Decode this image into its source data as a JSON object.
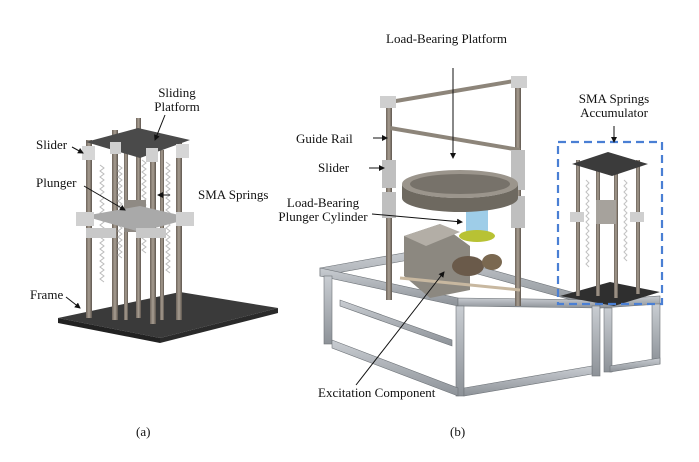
{
  "figure_a": {
    "caption": "(a)",
    "labels": {
      "sliding_platform_line1": "Sliding",
      "sliding_platform_line2": "Platform",
      "slider": "Slider",
      "plunger": "Plunger",
      "sma_springs": "SMA Springs",
      "frame": "Frame"
    }
  },
  "figure_b": {
    "caption": "(b)",
    "labels": {
      "load_bearing_platform": "Load-Bearing Platform",
      "guide_rail": "Guide Rail",
      "slider": "Slider",
      "plunger_line1": "Load-Bearing",
      "plunger_line2": "Plunger Cylinder",
      "accumulator_line1": "SMA Springs",
      "accumulator_line2": "Accumulator",
      "excitation_component": "Excitation Component"
    }
  },
  "colors": {
    "dashed_box": "#4a7fd4",
    "metal": "#9a9a9a",
    "dark_plate": "#3b3b3b"
  }
}
